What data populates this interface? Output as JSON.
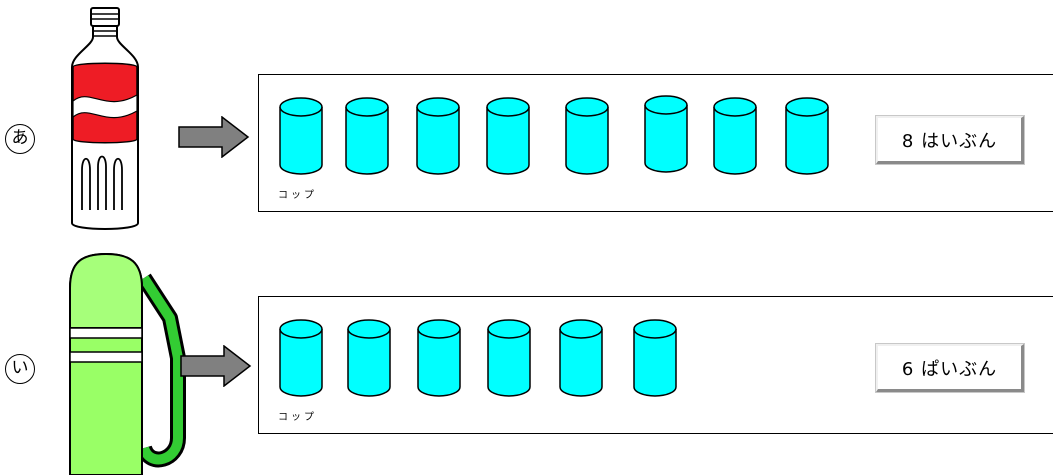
{
  "rows": [
    {
      "label": "あ",
      "container": "bottle-icon",
      "cup_label": "コップ",
      "cups_count": 8,
      "result": "8 はいぶん"
    },
    {
      "label": "い",
      "container": "water-flask-icon",
      "cup_label": "コップ",
      "cups_count": 6,
      "result": "6 ぱいぶん"
    }
  ],
  "colors": {
    "cup_fill": "#00ffff",
    "bottle_label": "#ee1c25",
    "flask_fill": "#99ff66",
    "flask_strap": "#33cc33",
    "arrow": "#808080"
  }
}
